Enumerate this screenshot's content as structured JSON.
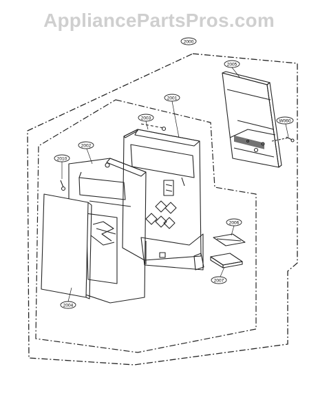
{
  "watermark": "AppliancePartsPros.com",
  "labels": {
    "assembly": "2000",
    "pcb": "2005",
    "frame": "2001",
    "bracket": "2003",
    "panel": "2002",
    "screw": "2010",
    "small_screw": "W060",
    "door_cover": "2004",
    "part_a": "2006",
    "part_b": "2007"
  }
}
